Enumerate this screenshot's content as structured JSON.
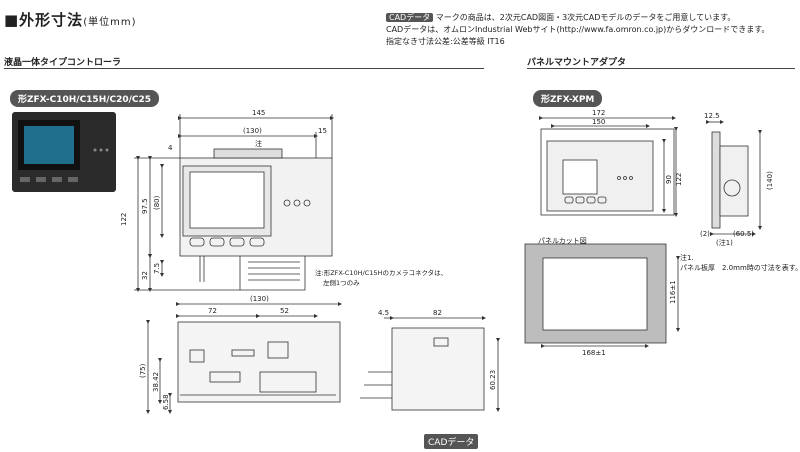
{
  "header": {
    "title": "■外形寸法",
    "unit": "(単位mm)"
  },
  "notice": {
    "cad_tag": "CADデータ",
    "line1": "マークの商品は、2次元CAD図面・3次元CADモデルのデータをご用意しています。",
    "line2": "CADデータは、オムロンIndustrial Webサイト(http://www.fa.omron.co.jp)からダウンロードできます。",
    "line3": "指定なき寸法公差:公差等級 IT16"
  },
  "left_section": {
    "title": "液晶一体タイプコントローラ",
    "model": "形ZFX-C10H/C15H/C20/C25",
    "note_mark": "注",
    "note_text_line1": "注:形ZFX-C10H/C15Hのカメラコネクタは、",
    "note_text_line2": "左側1つのみ",
    "front_dims": {
      "width": "145",
      "inner_width": "(130)",
      "right": "15",
      "top_small": "4",
      "height_total": "122",
      "height_body": "97.5",
      "height_inner": "(80)",
      "bottom": "32",
      "foot": "7.5"
    },
    "bottom_dims": {
      "width": "(130)",
      "left": "72",
      "right": "52",
      "height": "(75)",
      "h1": "38.42",
      "h2": "6.58"
    },
    "side_dims": {
      "depth": "82",
      "offset": "4.5",
      "height": "60.23"
    }
  },
  "right_section": {
    "title": "パネルマウントアダプタ",
    "model": "形ZFX-XPM",
    "top_dims": {
      "outer": "172",
      "inner": "150",
      "h1": "90",
      "h2": "122"
    },
    "side_dims": {
      "top": "12.5",
      "height": "(140)",
      "depth": "(60.5)",
      "bottom": "(2)",
      "note": "(注1)"
    },
    "cutout": {
      "title": "パネルカット図",
      "width": "168±1",
      "height": "116±1"
    },
    "note_line1": "注1.",
    "note_line2": "パネル板厚　2.0mm時の寸法を表す。"
  },
  "footer": {
    "cad_label": "CADデータ"
  },
  "colors": {
    "accent": "#555555",
    "line": "#444444",
    "device": "#2b2b2b",
    "screen": "#1f6e8c",
    "panel_gray": "#bdbdbd"
  }
}
